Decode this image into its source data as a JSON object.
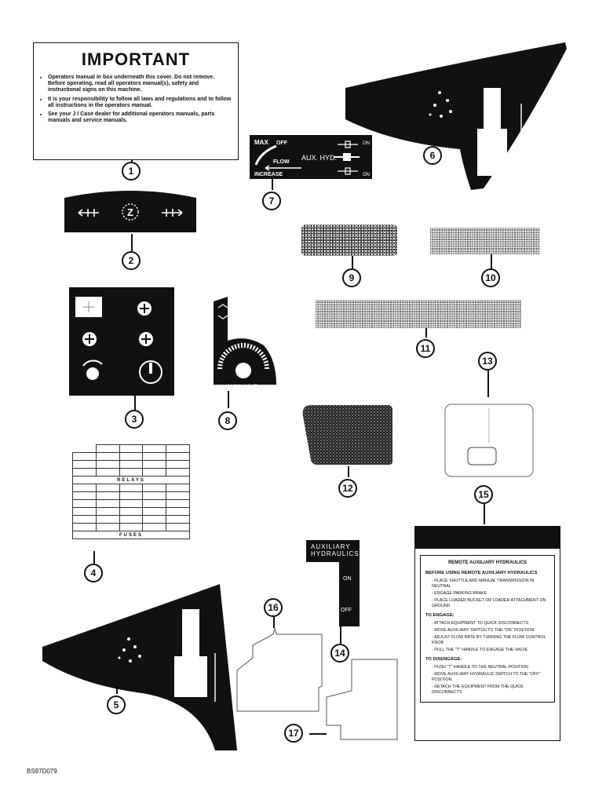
{
  "important": {
    "title": "IMPORTANT",
    "items": [
      "Operators manual in box underneath this cover. Do not remove. Before operating, read all operators manual(s), safety and instructional signs on this machine.",
      "It is your responsibility to follow all laws and regulations and to follow all instructions in the operators manual.",
      "See your J I Case dealer for additional operators manuals, parts manuals and service manuals."
    ]
  },
  "decal2": {
    "center": "Z"
  },
  "decal7": {
    "max": "MAX",
    "off": "OFF",
    "flow": "FLOW",
    "increase": "INCREASE",
    "aux": "AUX. HYD.",
    "on_top": "ON",
    "on_bottom": "ON"
  },
  "decal8": {
    "label": "AUX. HYD."
  },
  "decal4": {
    "relays": "RELAYS",
    "fuses": "FUSES"
  },
  "decal14": {
    "title": "AUXILIARY HYDRAULICS",
    "on": "ON",
    "off": "OFF"
  },
  "decal15": {
    "heading": "REMOTE AUXILIARY HYDRAULICS",
    "before": "BEFORE USING REMOTE AUXILIARY HYDRAULICS",
    "before_items": [
      "- PLACE SHUTTLE AND MANUAL TRANSMISSION IN NEUTRAL",
      "- ENGAGE PARKING BRAKE",
      "- PLACE LOADER BUCKET OR LOADER ATTACHMENT ON GROUND"
    ],
    "engage": "TO ENGAGE:",
    "engage_items": [
      "- ATTACH EQUIPMENT TO QUICK DISCONNECTS",
      "- MOVE AUXILIARY SWITCH TO THE \"ON\" POSITION",
      "- ADJUST FLOW RATE BY TURNING THE FLOW CONTROL KNOB",
      "- PULL THE \"T\" HANDLE TO ENGAGE THE VALVE"
    ],
    "disengage": "TO DISENGAGE:",
    "disengage_items": [
      "- PUSH \"T\" HANDLE TO THE NEUTRAL POSITION",
      "- MOVE AUXILIARY HYDRAULIC SWITCH TO THE \"OFF\" POSITION",
      "- DETACH THE EQUIPMENT FROM THE QUICK DISCONNECTS"
    ]
  },
  "callouts": [
    "1",
    "2",
    "3",
    "4",
    "5",
    "6",
    "7",
    "8",
    "9",
    "10",
    "11",
    "12",
    "13",
    "14",
    "15",
    "16",
    "17"
  ],
  "figure_code": "BS97D079"
}
